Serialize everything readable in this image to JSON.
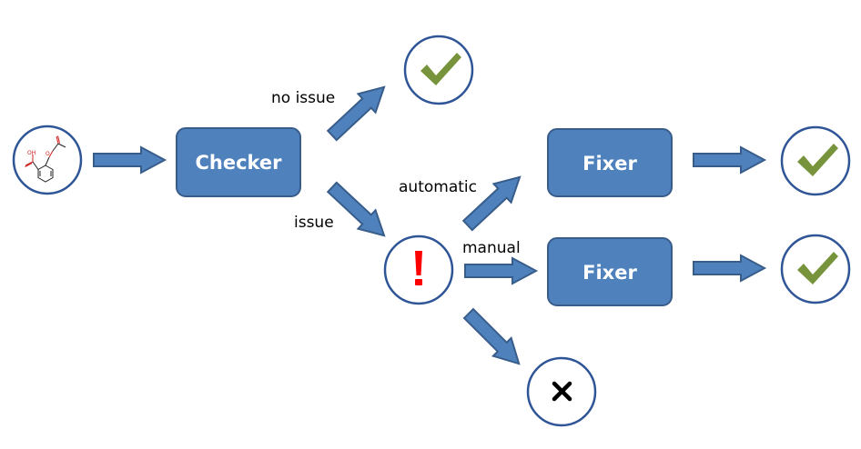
{
  "nodes": {
    "checker": {
      "label": "Checker"
    },
    "fixer_auto": {
      "label": "Fixer"
    },
    "fixer_manual": {
      "label": "Fixer"
    }
  },
  "edges": {
    "no_issue": {
      "label": "no issue"
    },
    "issue": {
      "label": "issue"
    },
    "automatic": {
      "label": "automatic"
    },
    "manual": {
      "label": "manual"
    }
  },
  "molecule": {
    "atom_oh": "OH",
    "atom_o": "O"
  },
  "icons": {
    "success": "check-icon",
    "warning": "exclamation-icon",
    "rejected": "cross-icon"
  },
  "colors": {
    "box_fill": "#4f81bd",
    "box_stroke": "#385d8a",
    "circle_stroke": "#2f5597",
    "check": "#77933c",
    "warning": "#ff0000",
    "cross": "#000000"
  }
}
